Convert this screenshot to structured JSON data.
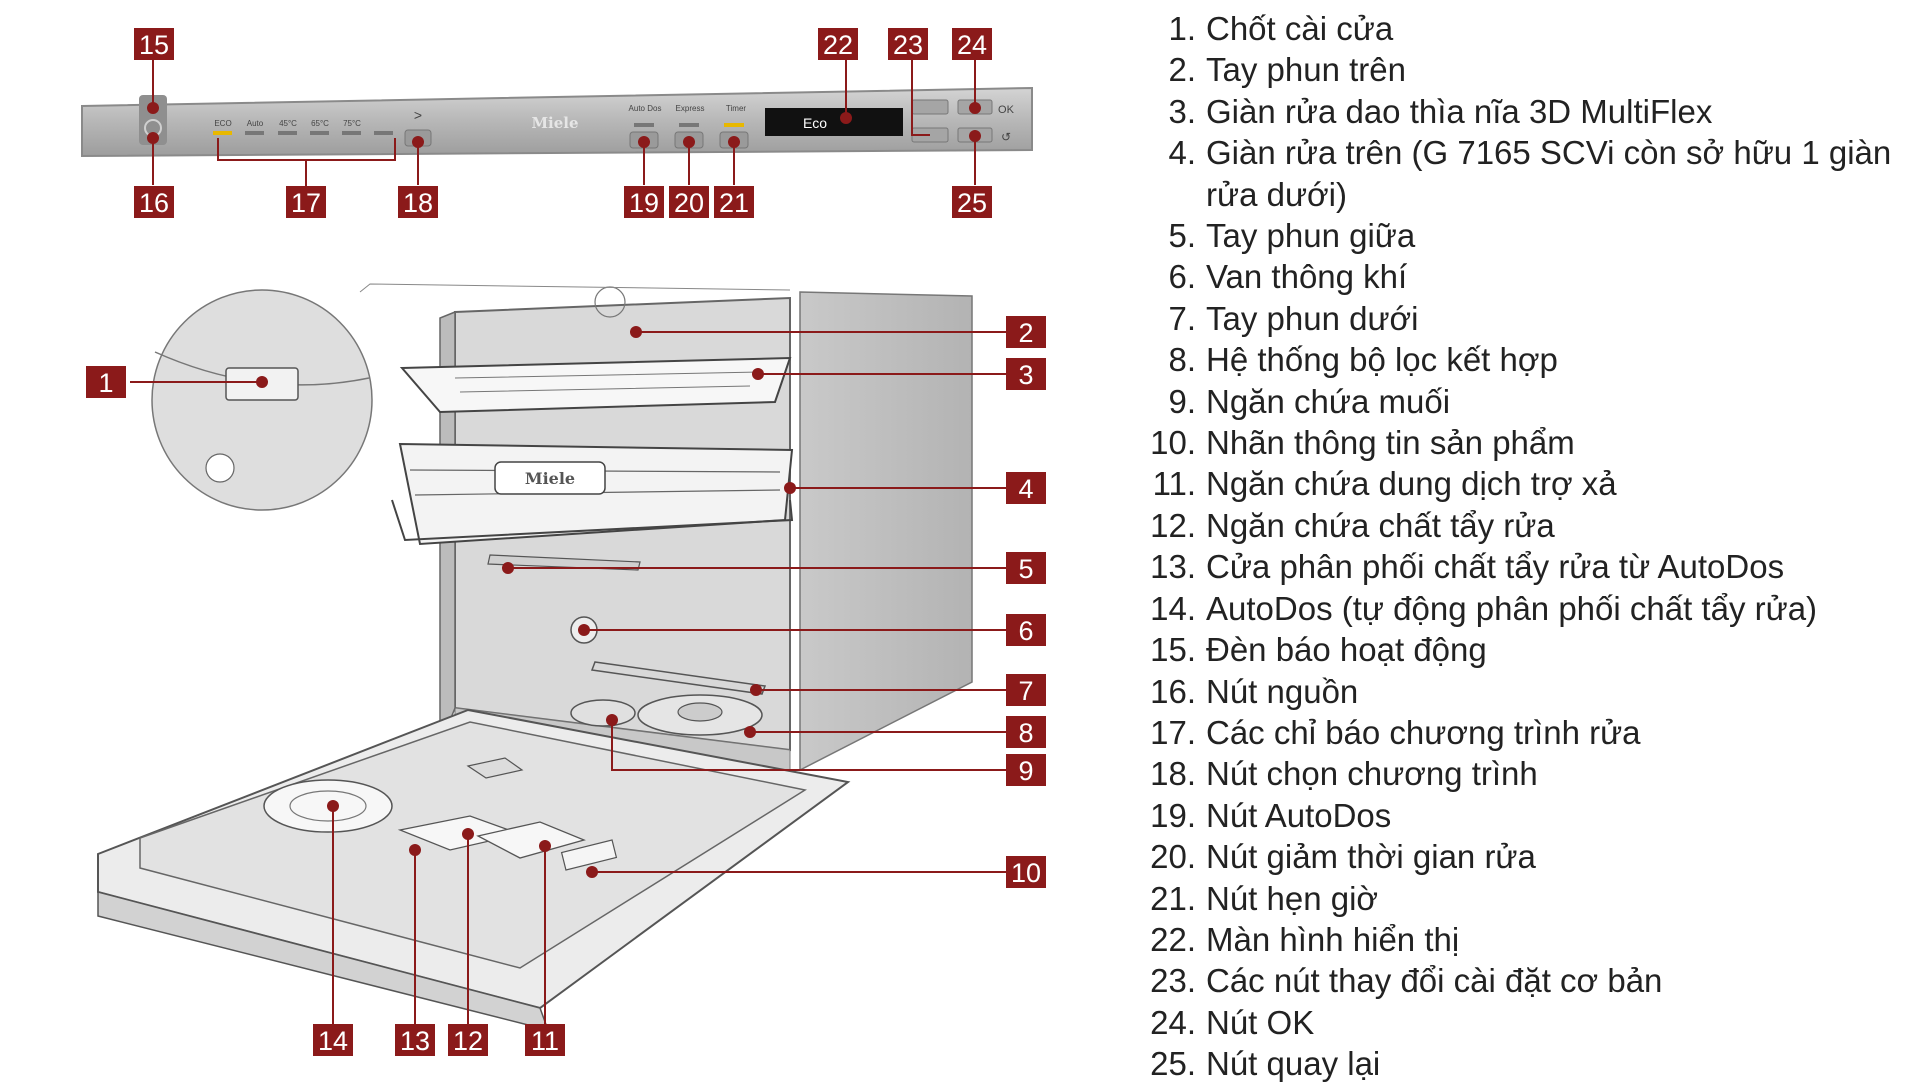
{
  "panel": {
    "brand": "Miele",
    "display_text": "Eco",
    "program_labels": [
      "ECO",
      "Auto",
      "45°C",
      "65°C",
      "75°C"
    ],
    "function_labels": [
      "Auto Dos",
      "Express",
      "Timer"
    ],
    "next_symbol": ">",
    "ok_label": "OK",
    "back_symbol": "↺"
  },
  "colors": {
    "badge": "#8b1a1a",
    "leader": "#8b1a1a",
    "indicator": "#e8b800"
  },
  "rack_brand": "Miele",
  "badges": [
    "15",
    "16",
    "17",
    "18",
    "19",
    "20",
    "21",
    "22",
    "23",
    "24",
    "25",
    "1",
    "2",
    "3",
    "4",
    "5",
    "6",
    "7",
    "8",
    "9",
    "10",
    "11",
    "12",
    "13",
    "14"
  ],
  "legend": [
    {
      "n": "1.",
      "text": "Chốt cài cửa"
    },
    {
      "n": "2.",
      "text": "Tay phun trên"
    },
    {
      "n": "3.",
      "text": "Giàn rửa dao thìa nĩa 3D MultiFlex"
    },
    {
      "n": "4.",
      "text": "Giàn rửa trên (G 7165 SCVi còn sở hữu 1 giàn rửa dưới)"
    },
    {
      "n": "5.",
      "text": "Tay phun giữa"
    },
    {
      "n": "6.",
      "text": "Van thông khí"
    },
    {
      "n": "7.",
      "text": "Tay phun dưới"
    },
    {
      "n": "8.",
      "text": "Hệ thống bộ lọc kết hợp"
    },
    {
      "n": "9.",
      "text": "Ngăn chứa muối"
    },
    {
      "n": "10.",
      "text": "Nhãn thông tin sản phẩm"
    },
    {
      "n": "11.",
      "text": "Ngăn chứa dung dịch trợ xả"
    },
    {
      "n": "12.",
      "text": "Ngăn chứa chất tẩy rửa"
    },
    {
      "n": "13.",
      "text": "Cửa phân phối chất tẩy rửa từ AutoDos"
    },
    {
      "n": "14.",
      "text": "AutoDos (tự động phân phối chất tẩy rửa)"
    },
    {
      "n": "15.",
      "text": "Đèn báo hoạt động"
    },
    {
      "n": "16.",
      "text": "Nút nguồn"
    },
    {
      "n": "17.",
      "text": "Các chỉ báo chương trình rửa"
    },
    {
      "n": "18.",
      "text": "Nút chọn chương trình"
    },
    {
      "n": "19.",
      "text": "Nút AutoDos"
    },
    {
      "n": "20.",
      "text": "Nút giảm thời gian rửa"
    },
    {
      "n": "21.",
      "text": "Nút hẹn giờ"
    },
    {
      "n": "22.",
      "text": "Màn hình hiển thị"
    },
    {
      "n": "23.",
      "text": "Các nút thay đổi cài đặt cơ bản"
    },
    {
      "n": "24.",
      "text": "Nút OK"
    },
    {
      "n": "25.",
      "text": "Nút quay lại"
    }
  ]
}
